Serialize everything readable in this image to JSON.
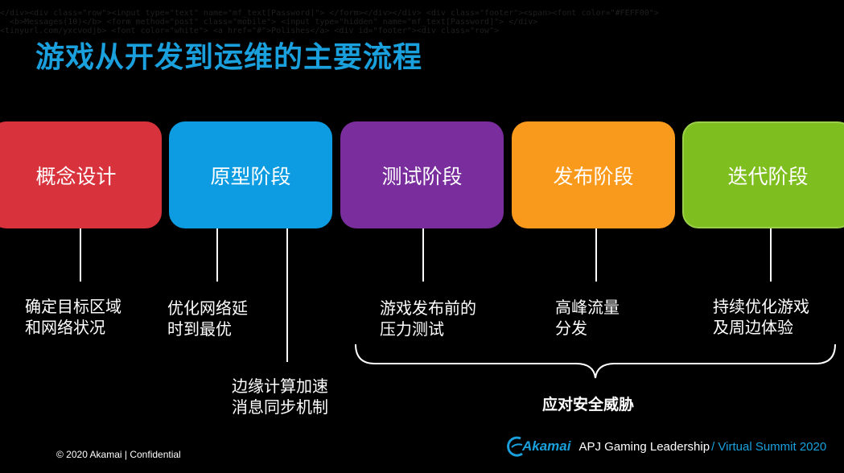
{
  "title": "游戏从开发到运维的主要流程",
  "stages": [
    {
      "label": "概念设计"
    },
    {
      "label": "原型阶段"
    },
    {
      "label": "测试阶段"
    },
    {
      "label": "发布阶段"
    },
    {
      "label": "迭代阶段"
    }
  ],
  "notes": {
    "concept": "确定目标区域\n和网络状况",
    "prototype": "优化网络延\n时到最优",
    "prototype_edge": "边缘计算加速\n消息同步机制",
    "testing": "游戏发布前的\n压力测试",
    "launch": "高峰流量\n分发",
    "iteration": "持续优化游戏\n及周边体验"
  },
  "threat_label": "应对安全威胁",
  "footer": {
    "copyright": "© 2020 Akamai | Confidential",
    "brand": "Akamai",
    "event_main": "APJ Gaming Leadership",
    "event_sub": "/ Virtual Summit 2020"
  },
  "colors": {
    "title": "#1aa0dc",
    "concept": "#d8323c",
    "prototype": "#0d9ce2",
    "testing": "#7a2e9e",
    "launch": "#f99a1c",
    "iteration": "#7fbe1f"
  }
}
